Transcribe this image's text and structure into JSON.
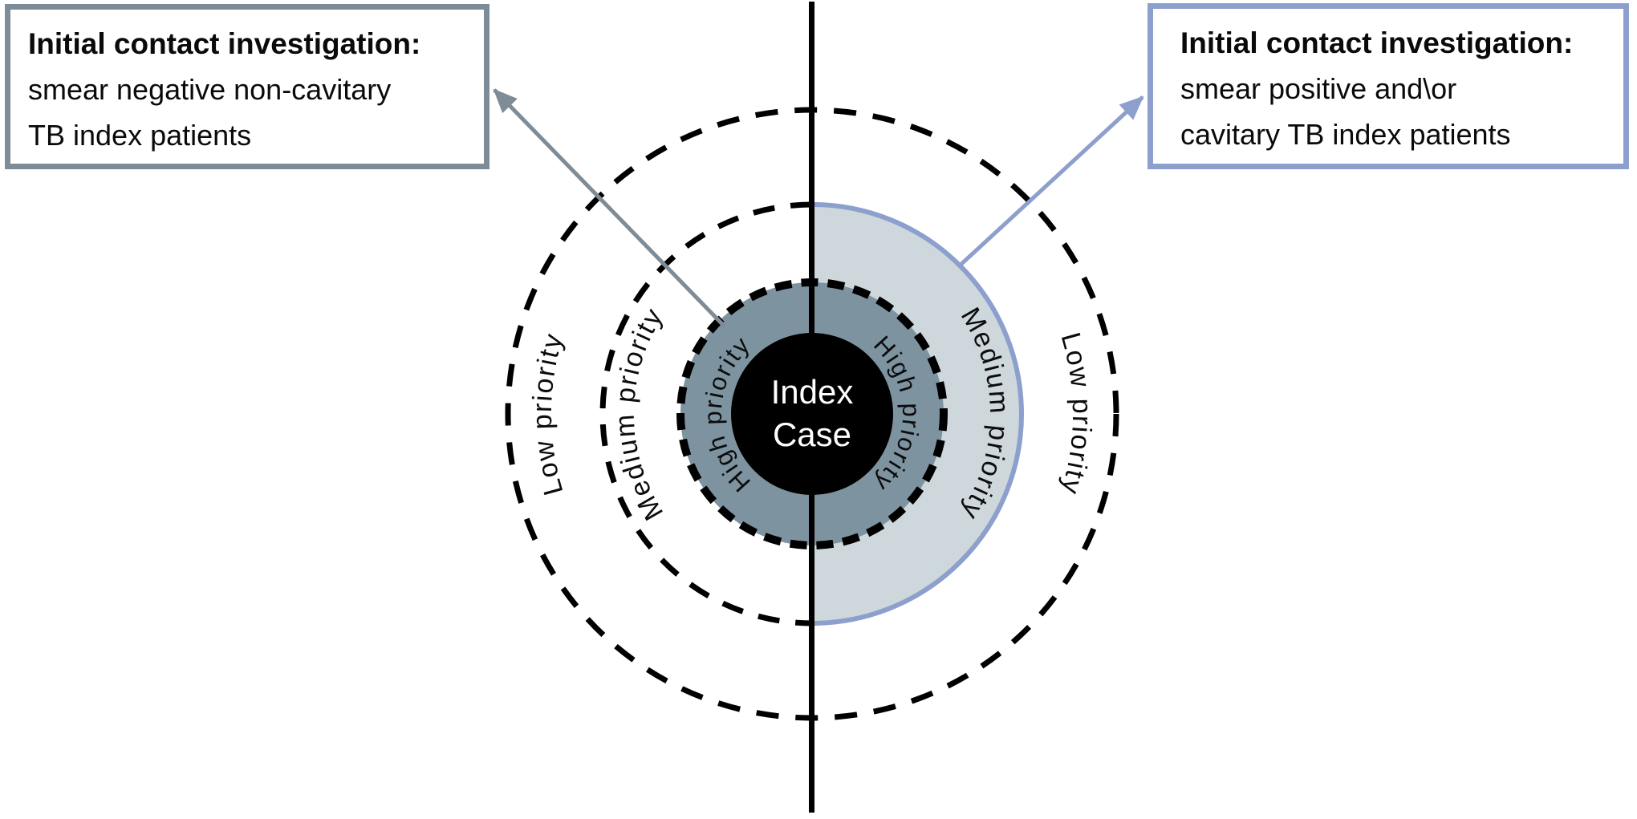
{
  "left_annotation": {
    "title": "Initial contact investigation:",
    "line1": "smear negative non-cavitary",
    "line2": "TB index patients"
  },
  "right_annotation": {
    "title": "Initial contact investigation:",
    "line1": "smear positive and\\or",
    "line2": "cavitary TB index patients"
  },
  "center_circle": {
    "line1": "Index",
    "line2": "Case"
  },
  "ring_labels": {
    "high_left": "High priority",
    "high_right": "High priority",
    "medium_left": "Medium priority",
    "medium_right": "Medium priority",
    "low_left": "Low priority",
    "low_right": "Low priority"
  },
  "colors": {
    "black": "#000000",
    "high_ring_fill": "#7e93a0",
    "medium_fill": "#cdd7dc",
    "blue_accent": "#8d9fcd",
    "gray_accent": "#7d8c97",
    "text_white": "#ffffff"
  }
}
